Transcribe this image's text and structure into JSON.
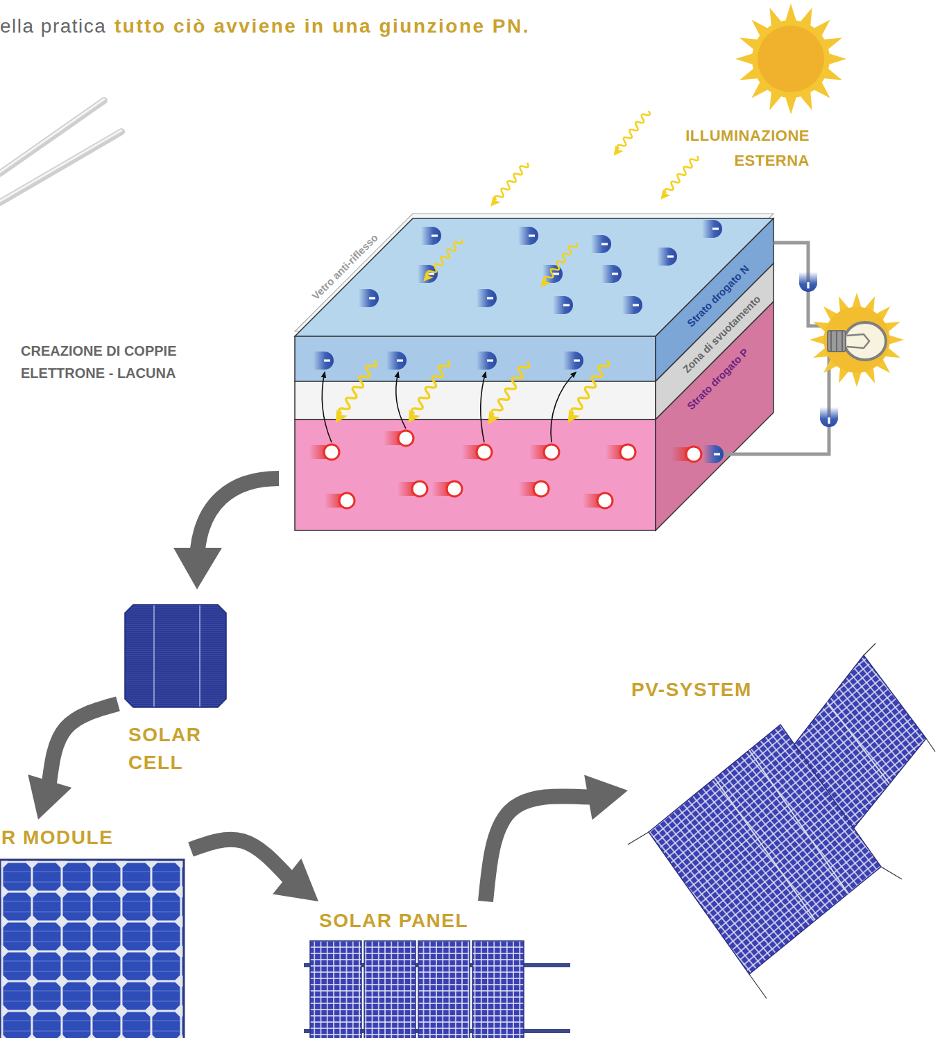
{
  "diagram": {
    "nodes": [
      {
        "text": [
          "SOLAR CELL"
        ]
      },
      {
        "text": [
          "R MODULE"
        ]
      },
      {
        "text": [
          "SOLAR PANEL"
        ]
      },
      {
        "text": [
          "PV-SYSTEM"
        ]
      }
    ],
    "edges": [
      {
        "from": 0,
        "to": 1,
        "arrow": "to"
      },
      {
        "from": 1,
        "to": 2,
        "arrow": "to"
      },
      {
        "from": 2,
        "to": 3,
        "arrow": "to"
      }
    ],
    "labels": [
      "ella pratica",
      "tutto ciò avviene in una giunzione PN.",
      "ILLUMINAZIONE ESTERNA",
      "Vetro anti-riflesso",
      "Strato drogato N",
      "Zona di svuotamento",
      "Strato drogato P",
      "CREAZIONE DI COPPIE ELETTRONE - LACUNA"
    ]
  }
}
